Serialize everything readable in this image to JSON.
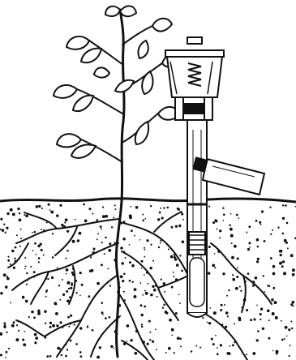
{
  "figure": {
    "elements": [
      {
        "name": "plant",
        "icon": "seedling-icon"
      },
      {
        "name": "soil",
        "icon": "soil-cross-section-icon"
      },
      {
        "name": "roots",
        "icon": "roots-icon"
      },
      {
        "name": "instrument",
        "icon": "minirhizotron-tube-icon"
      },
      {
        "name": "camera",
        "icon": "camera-probe-icon"
      }
    ],
    "colors": {
      "ink": "#111111",
      "paper": "#ffffff"
    }
  }
}
